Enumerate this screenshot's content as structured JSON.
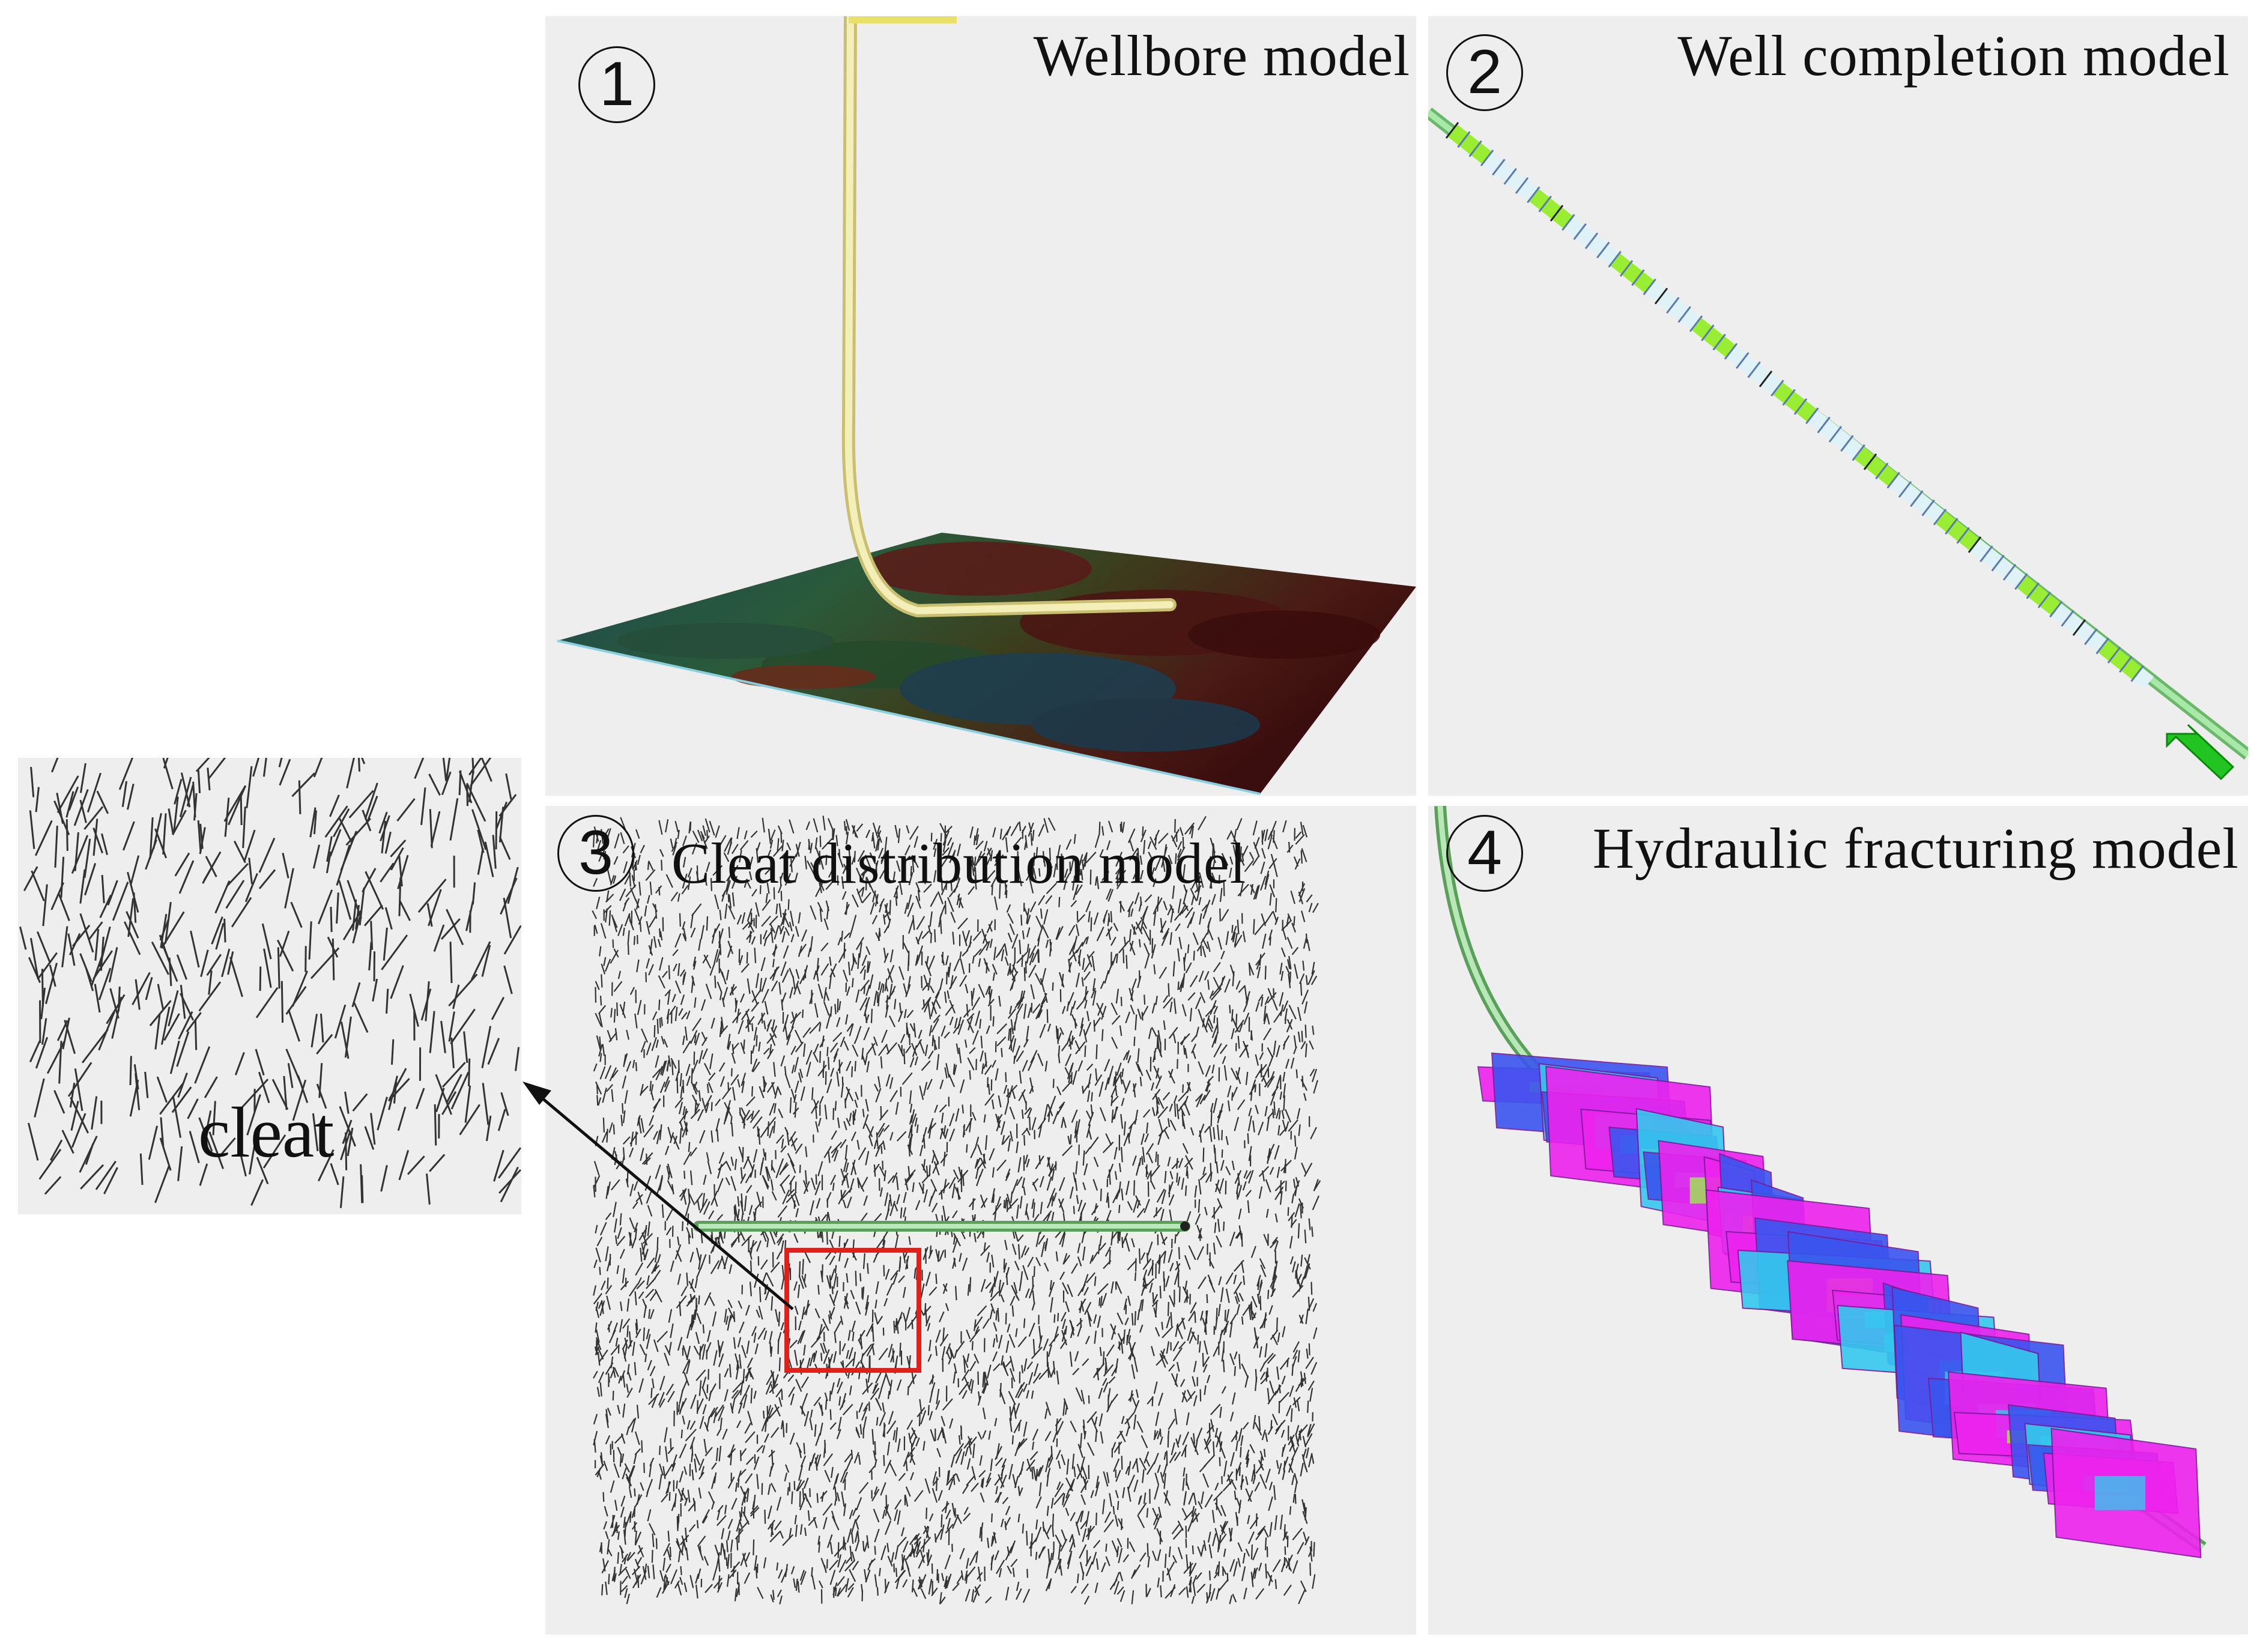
{
  "panels": [
    {
      "number": "1",
      "title": "Wellbore model"
    },
    {
      "number": "2",
      "title": "Well completion model"
    },
    {
      "number": "3",
      "title": "Cleat distribution model"
    },
    {
      "number": "4",
      "title": "Hydraulic fracturing model"
    }
  ],
  "zoom": {
    "label": "cleat"
  },
  "colors": {
    "panel_background": "#eeeeee",
    "wellbore_tube": "#efe6a0",
    "well_pipe": "#8fd88f",
    "highlight_box": "#e0201a",
    "fracture_magenta": "#ee22ee",
    "fracture_blue": "#3a55ee",
    "fracture_cyan": "#35c8ee",
    "completion_green": "#99ee33",
    "completion_light": "#dff2f7",
    "arrow_green": "#22c422"
  }
}
